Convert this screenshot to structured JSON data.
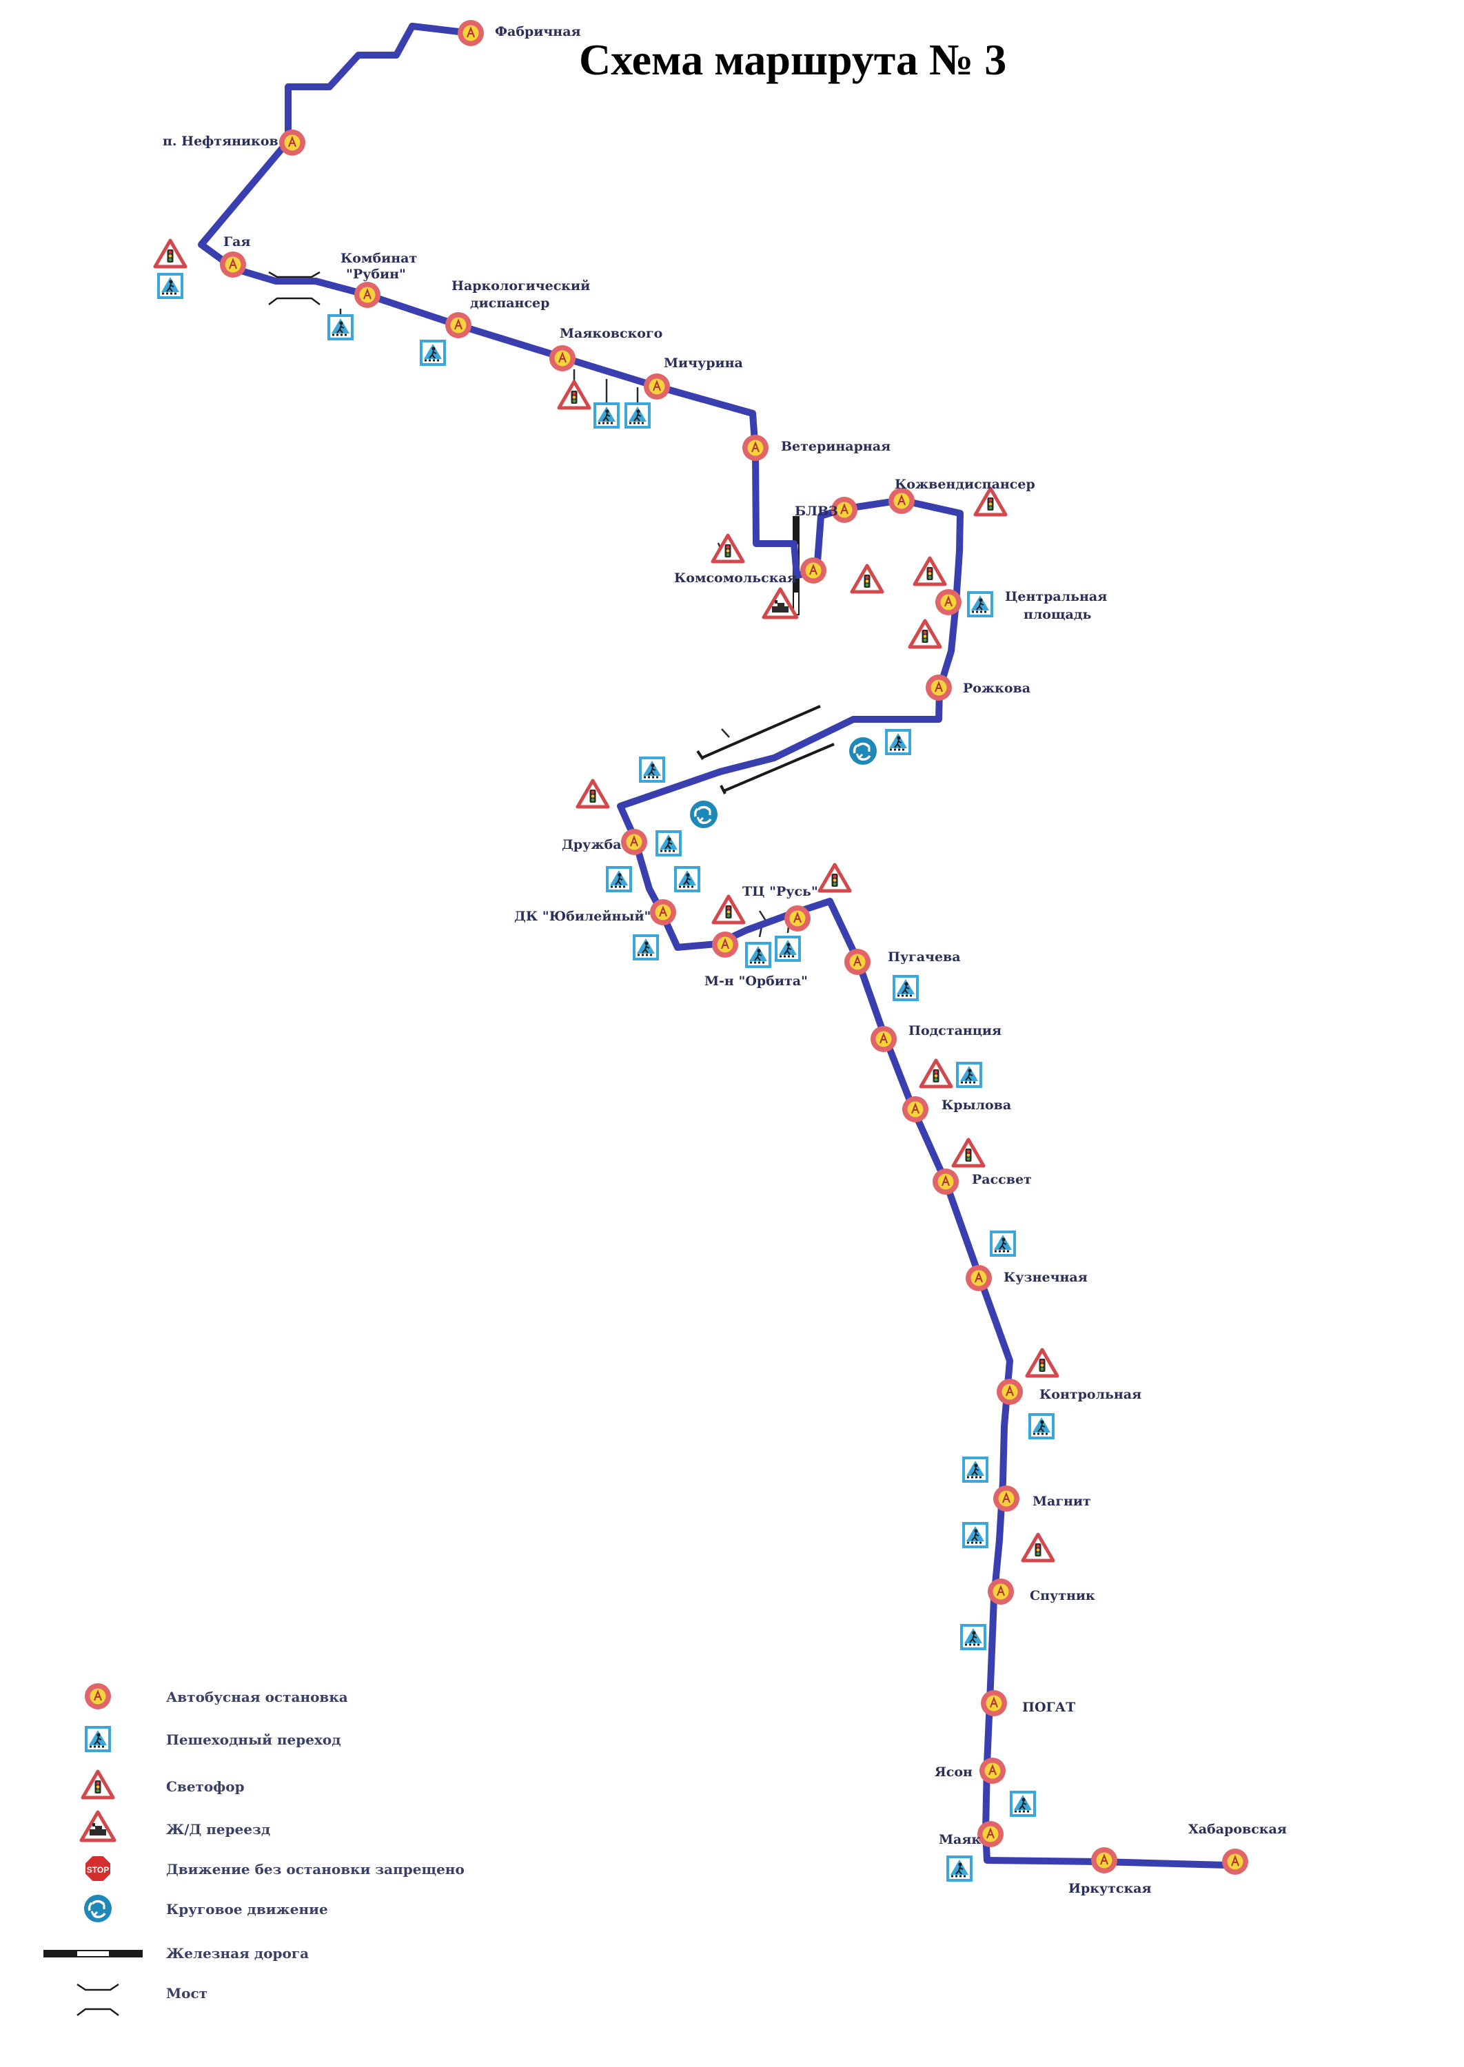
{
  "title": "Схема маршрута № 3",
  "colors": {
    "route": "#3a3fb0",
    "stop_fill": "#e06468",
    "stop_inner": "#f6d33b",
    "crossing": "#3ba6d9",
    "light_border": "#d2484c",
    "roundabout": "#1e88b8",
    "label": "#2a2f5a"
  },
  "stops": [
    {
      "name": "Фабричная"
    },
    {
      "name": "п. Нефтяников"
    },
    {
      "name": "Гая"
    },
    {
      "name": "Комбинат \"Рубин\"",
      "lines": [
        "Комбинат",
        "\"Рубин\""
      ]
    },
    {
      "name": "Наркологический диспансер",
      "lines": [
        "Наркологический",
        "диспансер"
      ]
    },
    {
      "name": "Маяковского"
    },
    {
      "name": "Мичурина"
    },
    {
      "name": "Ветеринарная"
    },
    {
      "name": "Комсомольская"
    },
    {
      "name": "БЛВЗ"
    },
    {
      "name": "Кожвендиспансер"
    },
    {
      "name": "Центральная площадь",
      "lines": [
        "Центральная",
        "площадь"
      ]
    },
    {
      "name": "Рожкова"
    },
    {
      "name": "Дружба"
    },
    {
      "name": "ДК \"Юбилейный\""
    },
    {
      "name": "М-н \"Орбита\""
    },
    {
      "name": "ТЦ \"Русь\""
    },
    {
      "name": "Пугачева"
    },
    {
      "name": "Подстанция"
    },
    {
      "name": "Крылова"
    },
    {
      "name": "Рассвет"
    },
    {
      "name": "Кузнечная"
    },
    {
      "name": "Контрольная"
    },
    {
      "name": "Магнит"
    },
    {
      "name": "Спутник"
    },
    {
      "name": "ПОГАТ"
    },
    {
      "name": "Ясон"
    },
    {
      "name": "Маяк"
    },
    {
      "name": "Иркутская"
    },
    {
      "name": "Хабаровская"
    }
  ],
  "legend": [
    {
      "icon": "bus-stop-icon",
      "label": "Автобусная остановка"
    },
    {
      "icon": "pedestrian-crossing-icon",
      "label": "Пешеходный переход"
    },
    {
      "icon": "traffic-light-icon",
      "label": "Светофор"
    },
    {
      "icon": "railway-crossing-icon",
      "label": "Ж/Д переезд"
    },
    {
      "icon": "stop-sign-icon",
      "label": "Движение без остановки запрещено",
      "sign_text": "STOP"
    },
    {
      "icon": "roundabout-icon",
      "label": "Круговое движение"
    },
    {
      "icon": "railway-icon",
      "label": "Железная дорога"
    },
    {
      "icon": "bridge-icon",
      "label": "Мост"
    }
  ]
}
